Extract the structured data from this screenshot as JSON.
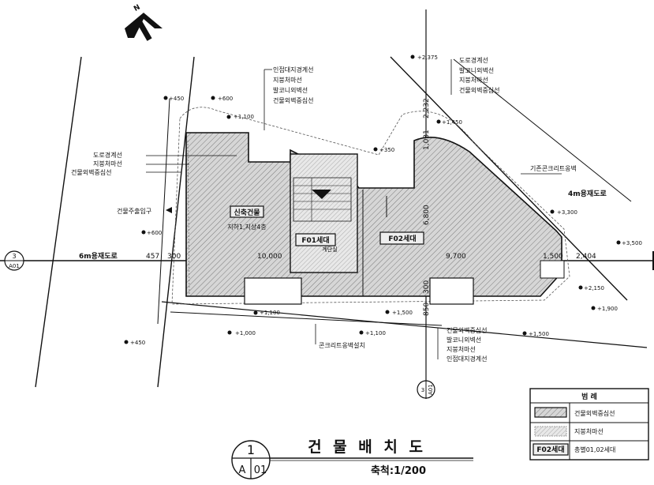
{
  "north": {
    "label": "N"
  },
  "left_note": [
    "도로경계선",
    "지붕처마선",
    "건물외벽중심선"
  ],
  "top_note": [
    "인접대지경계선",
    "지붕처마선",
    "발코니외벽선",
    "건물외벽중심선"
  ],
  "right_top_note": [
    "도로경계선",
    "발코니외벽선",
    "지붕처마선",
    "건물외벽중심선"
  ],
  "bottom_note": [
    "건물외벽중심선",
    "발코니외벽선",
    "지붕처마선",
    "인접대지경계선"
  ],
  "concrete_wall_label": "기존콘크리트옹벽",
  "concrete_bottom_label": "콘크리트옹벽설치",
  "entrance_label": "건물주출입구",
  "road_4m": "4m용재도로",
  "road_6m": "6m용재도로",
  "building": {
    "name": "신축건물",
    "floors": "지하1,지상4층",
    "unit1": "F01세대",
    "unit1_sub": "계단실",
    "unit2": "F02세대"
  },
  "dimensions": {
    "d457": "457",
    "d300a": "300",
    "d10000": "10,000",
    "d9700": "9,700",
    "d1500": "1,500",
    "d2404": "2,404",
    "d6800": "6,800",
    "d3300": "300",
    "d850": "850",
    "d2232": "2,232",
    "d1031": "1,031"
  },
  "levels": {
    "l450a": "+450",
    "l600": "+600",
    "l1100a": "+1,100",
    "l2375": "+2,375",
    "l1450": "+1,450",
    "l350": "+350",
    "l600b": "+600",
    "l3300": "+3,300",
    "l3500": "+3,500",
    "l2150": "+2,150",
    "l1900": "+1,900",
    "l1100b": "+1,100",
    "l1500": "+1,500",
    "l1100c": "+1,100",
    "l1000": "+1,000",
    "l450b": "+450",
    "l1500b": "+1,500"
  },
  "section_markers": {
    "left": "3",
    "left_sub": "A01",
    "bottom": "3",
    "bottom_sub": "A01"
  },
  "legend": {
    "title": "범 례",
    "items": [
      {
        "label": "건물외벽중심선"
      },
      {
        "label": "지붕처마선"
      },
      {
        "swatch": "F02세대",
        "label": "총별01,02세대"
      }
    ]
  },
  "title_block": {
    "num": "1",
    "sheet_a": "A",
    "sheet_b": "01",
    "title": "건 물 배 치 도",
    "scale": "축척:1/200"
  }
}
